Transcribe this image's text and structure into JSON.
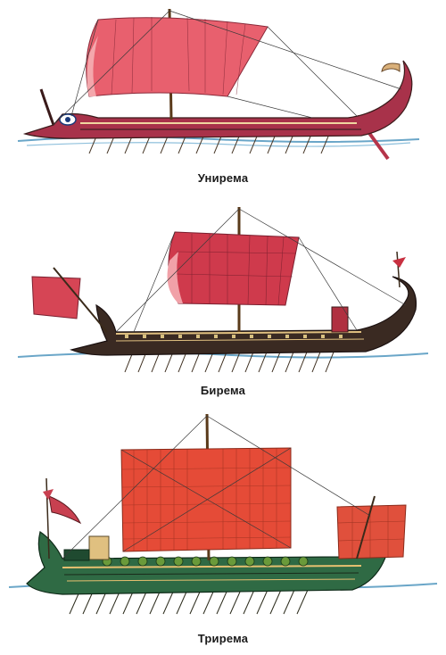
{
  "ships": [
    {
      "name": "Унирема"
    },
    {
      "name": "Бирема"
    },
    {
      "name": "Трирема"
    }
  ]
}
